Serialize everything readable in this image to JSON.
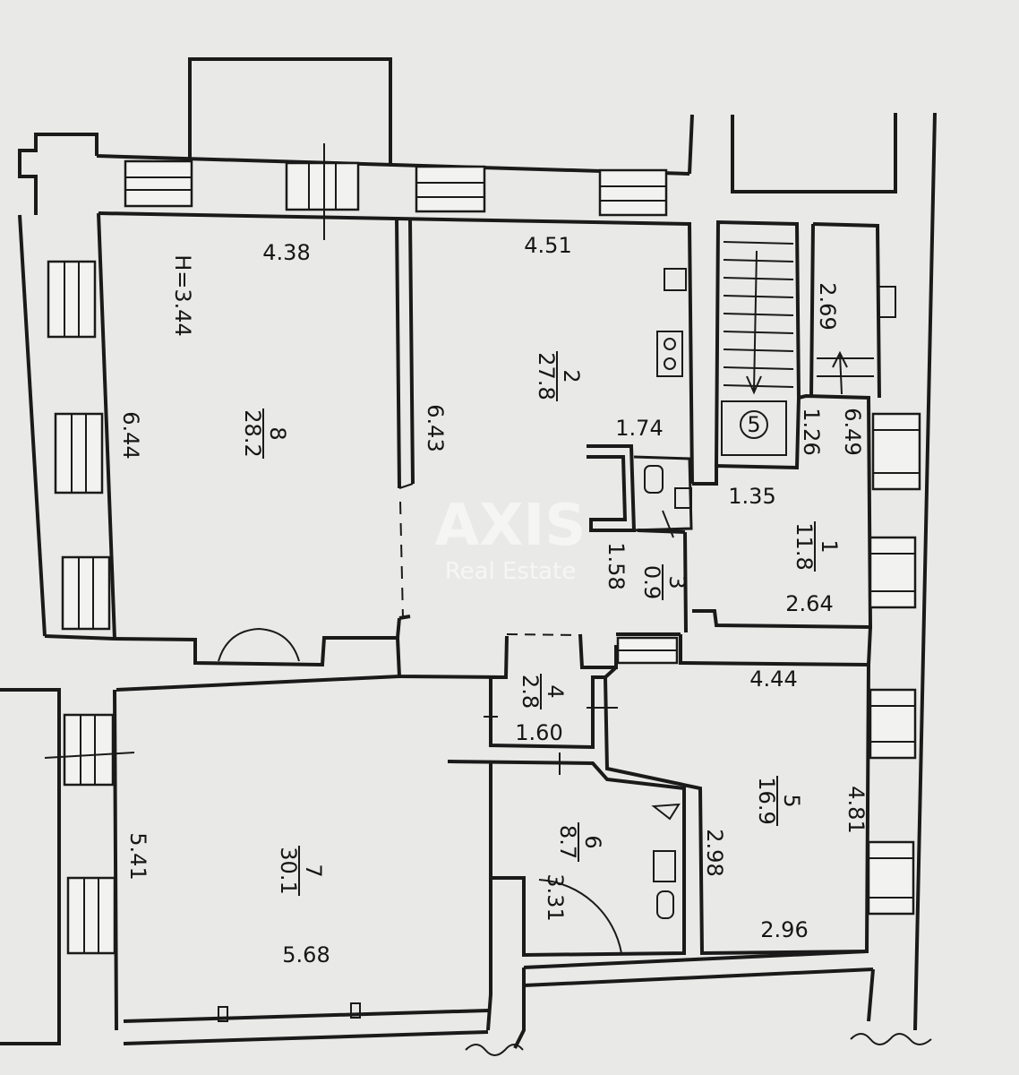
{
  "plan": {
    "height_label": "H=3.44",
    "dimensions": {
      "d438": "4.38",
      "d451": "4.51",
      "d644": "6.44",
      "d643": "6.43",
      "d174": "1.74",
      "d269": "2.69",
      "d126": "1.26",
      "d649": "6.49",
      "d135": "1.35",
      "d158": "1.58",
      "d264": "2.64",
      "d444": "4.44",
      "d160": "1.60",
      "d481": "4.81",
      "d298": "2.98",
      "d296": "2.96",
      "d331": "3.31",
      "d541": "5.41",
      "d568": "5.68"
    },
    "rooms": [
      {
        "number": "1",
        "area": "11.8"
      },
      {
        "number": "2",
        "area": "27.8"
      },
      {
        "number": "3",
        "area": "0.9"
      },
      {
        "number": "4",
        "area": "2.8"
      },
      {
        "number": "5",
        "area": "16.9"
      },
      {
        "number": "6",
        "area": "8.7"
      },
      {
        "number": "7",
        "area": "30.1"
      },
      {
        "number": "8",
        "area": "28.2"
      }
    ],
    "stair_marker": "5"
  },
  "watermark": {
    "brand": "AXIS",
    "subtitle": "Real Estate"
  }
}
